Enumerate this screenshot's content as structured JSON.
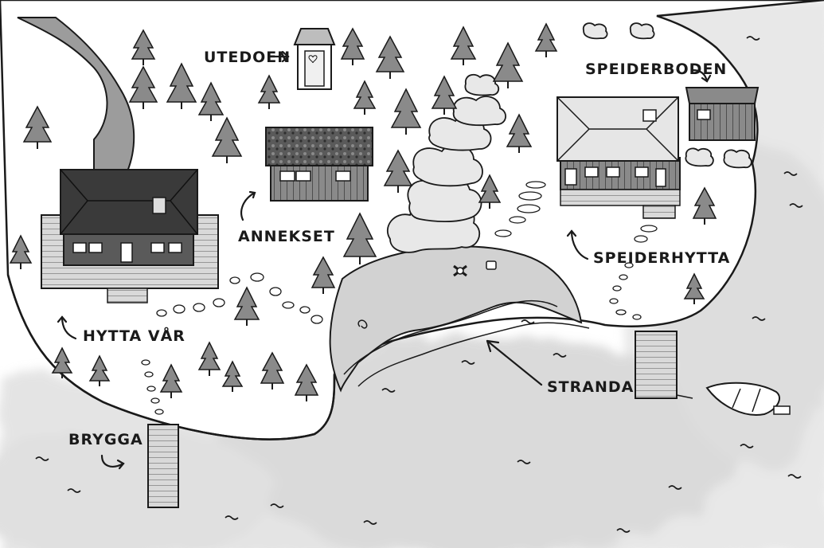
{
  "map": {
    "labels": {
      "utedoen": "UTEDOEN",
      "speiderboden": "SPEIDERBODEN",
      "annekset": "ANNEKSET",
      "speiderhytta": "SPEIDERHYTTA",
      "hytta_var": "HYTTA VÅR",
      "stranda": "STRANDA",
      "brygga": "BRYGGA"
    },
    "colors": {
      "ink": "#1a1a1a",
      "water": "#c9c9c9",
      "beach": "#d2d2d2",
      "roof_dark": "#3a3a3a",
      "wall": "#6e6e6e",
      "tree": "#8a8a8a",
      "river": "#9c9c9c"
    },
    "icons": [
      "tree-icon",
      "outhouse-icon",
      "cabin-icon",
      "rowboat-icon",
      "stepping-stone-icon",
      "campfire-icon",
      "arrow-icon"
    ]
  }
}
